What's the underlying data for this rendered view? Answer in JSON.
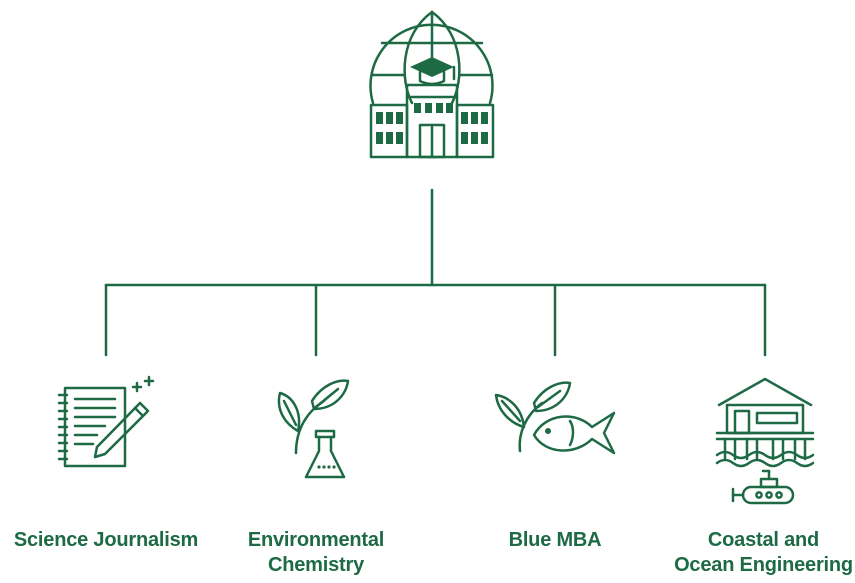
{
  "colors": {
    "accent": "#1d6a45",
    "background": "#ffffff"
  },
  "root": {
    "icon": "university-globe-icon"
  },
  "branches": [
    {
      "icon": "notebook-pen-icon",
      "lines": [
        "Science Journalism"
      ]
    },
    {
      "icon": "leaf-flask-icon",
      "lines": [
        "Environmental",
        "Chemistry"
      ]
    },
    {
      "icon": "leaf-fish-icon",
      "lines": [
        "Blue MBA"
      ]
    },
    {
      "icon": "stilt-house-submarine-icon",
      "lines": [
        "Coastal and",
        "Ocean Engineering"
      ]
    }
  ]
}
